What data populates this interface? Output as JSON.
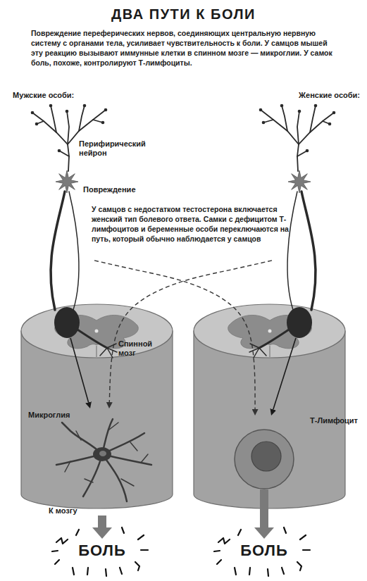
{
  "diagram": {
    "title": "ДВА ПУТИ К БОЛИ",
    "nodes": [
      {
        "text": [
          "Мужские особи:",
          "Перифирический нейрон",
          "Повреждение"
        ]
      },
      {
        "text": [
          "Женские особи:"
        ]
      },
      {
        "text": [
          "Микроглия"
        ]
      },
      {
        "text": [
          "Т-Лимфоцит"
        ]
      },
      {
        "text": [
          "БОЛЬ"
        ]
      },
      {
        "text": [
          "БОЛЬ"
        ]
      }
    ],
    "edges": [
      {
        "from": 0,
        "to": 2,
        "arrow": "to"
      },
      {
        "from": 1,
        "to": 3,
        "arrow": "to"
      },
      {
        "from": 0,
        "to": 3,
        "arrow": "to"
      },
      {
        "from": 1,
        "to": 2,
        "arrow": "to"
      },
      {
        "from": 2,
        "to": 4,
        "label": "К мозгу",
        "arrow": "to"
      },
      {
        "from": 3,
        "to": 5,
        "arrow": "to"
      }
    ],
    "labels": [
      "Повреждение переферических нервов, соединяющих центральную нервную систему с органами тела, усиливает чувствительность к боли. У самцов мышей эту реакцию вызывают иммунные клетки в спинном мозге — микроглии. У самок боль, похоже, контролируют Т-лимфоциты.",
      "У самцов с недостатком тестостерона включается женский тип болевого ответа. Самки с дефицитом Т-лимфоцитов и беременные особи переключаются на путь, который обычно наблюдается у самцов",
      "Спинной мозг"
    ]
  }
}
